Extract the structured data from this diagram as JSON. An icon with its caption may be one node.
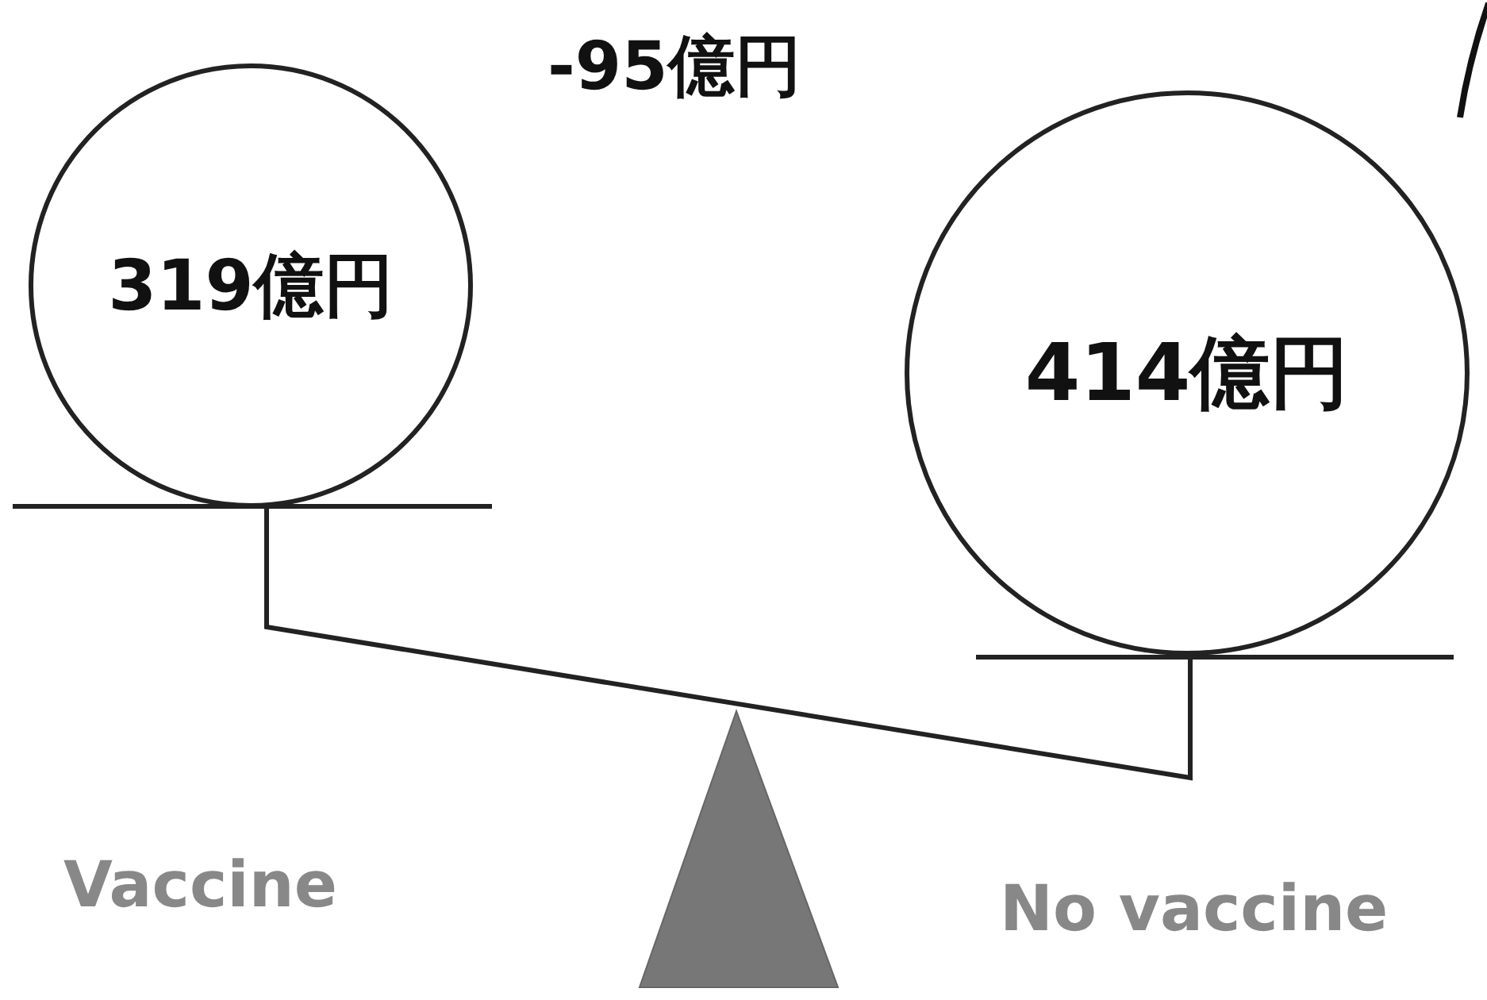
{
  "diagram": {
    "title": "-95億円",
    "nodes": [
      {
        "text": [
          "319億円"
        ]
      },
      {
        "text": [
          "414億円"
        ]
      }
    ],
    "labels": [
      "Vaccine",
      "No vaccine"
    ]
  }
}
